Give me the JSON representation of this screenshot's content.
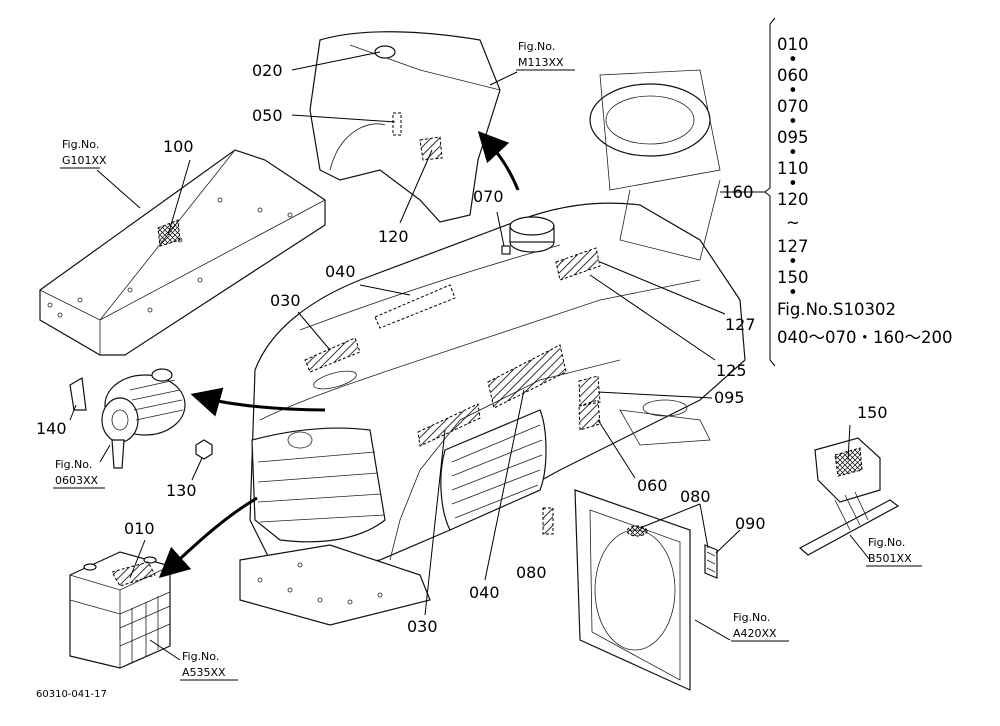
{
  "drawing_code": "60310-041-17",
  "figure_refs": {
    "m113": [
      "Fig.No.",
      "M113XX"
    ],
    "g101": [
      "Fig.No.",
      "G101XX"
    ],
    "f0603": [
      "Fig.No.",
      "0603XX"
    ],
    "a535": [
      "Fig.No.",
      "A535XX"
    ],
    "a420": [
      "Fig.No.",
      "A420XX"
    ],
    "b501": [
      "Fig.No.",
      "B501XX"
    ]
  },
  "callouts": {
    "c020": "020",
    "c050": "050",
    "c100": "100",
    "c120": "120",
    "c070": "070",
    "c040_top": "040",
    "c030_top": "030",
    "c140": "140",
    "c130": "130",
    "c010": "010",
    "c127": "127",
    "c125": "125",
    "c095": "095",
    "c060": "060",
    "c080_top": "080",
    "c090": "090",
    "c080_low": "080",
    "c040_low": "040",
    "c030_low": "030",
    "c150": "150"
  },
  "side_list": {
    "group_label": "160",
    "items": [
      "010",
      "060",
      "070",
      "095",
      "110",
      "120",
      "127",
      "150"
    ],
    "separator": "•",
    "range_mark": "~",
    "fig_ref": "Fig.No.S10302",
    "fig_range": "040～070・160～200"
  }
}
